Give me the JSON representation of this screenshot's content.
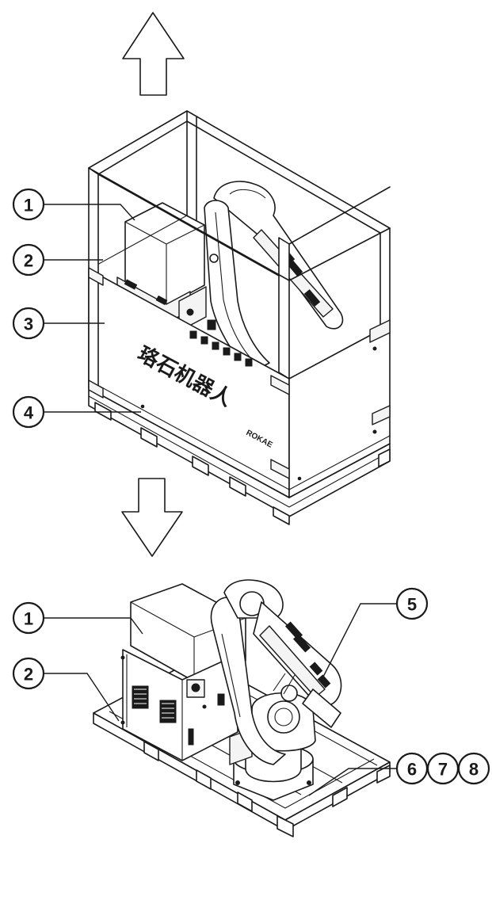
{
  "crate_text": "珞石机器人",
  "crate_logo": "ROKAE",
  "upper_callouts": [
    {
      "label": "1"
    },
    {
      "label": "2"
    },
    {
      "label": "3"
    },
    {
      "label": "4"
    }
  ],
  "lower_callouts": [
    {
      "label": "1"
    },
    {
      "label": "2"
    },
    {
      "label": "5"
    },
    {
      "label": "6"
    },
    {
      "label": "7"
    },
    {
      "label": "8"
    }
  ],
  "icons": {
    "lift_up": "arrow-up-outline",
    "lift_down": "arrow-down-outline"
  }
}
